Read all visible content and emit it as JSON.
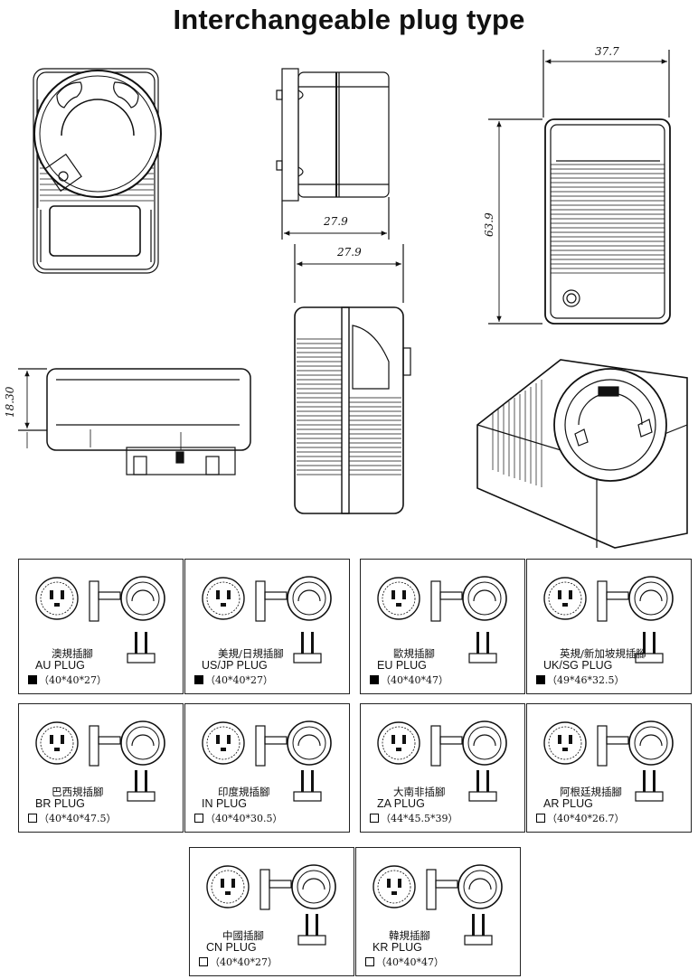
{
  "title": "Interchangeable plug type",
  "dimensions": {
    "top_width": "37.7",
    "side_height": "63.9",
    "side_depth_1": "27.9",
    "side_depth_2": "27.9",
    "left_height": "18.30"
  },
  "plugs": [
    {
      "cn": "澳規插腳",
      "en": "AU PLUG",
      "size": "（40*40*27）",
      "selected": true
    },
    {
      "cn": "美規/日規插腳",
      "en": "US/JP PLUG",
      "size": "（40*40*27）",
      "selected": true
    },
    {
      "cn": "歐規插腳",
      "en": "EU PLUG",
      "size": "（40*40*47）",
      "selected": true
    },
    {
      "cn": "英規/新加坡規插腳",
      "en": "UK/SG PLUG",
      "size": "（49*46*32.5）",
      "selected": true
    },
    {
      "cn": "巴西規插腳",
      "en": "BR PLUG",
      "size": "（40*40*47.5）",
      "selected": false
    },
    {
      "cn": "印度規插腳",
      "en": "IN PLUG",
      "size": "（40*40*30.5）",
      "selected": false
    },
    {
      "cn": "大南非插腳",
      "en": "ZA PLUG",
      "size": "（44*45.5*39）",
      "selected": false
    },
    {
      "cn": "阿根廷規插腳",
      "en": "AR PLUG",
      "size": "（40*40*26.7）",
      "selected": false
    },
    {
      "cn": "中國插腳",
      "en": "CN PLUG",
      "size": "（40*40*27）",
      "selected": false
    },
    {
      "cn": "韓規插腳",
      "en": "KR PLUG",
      "size": "（40*40*47）",
      "selected": false
    }
  ]
}
